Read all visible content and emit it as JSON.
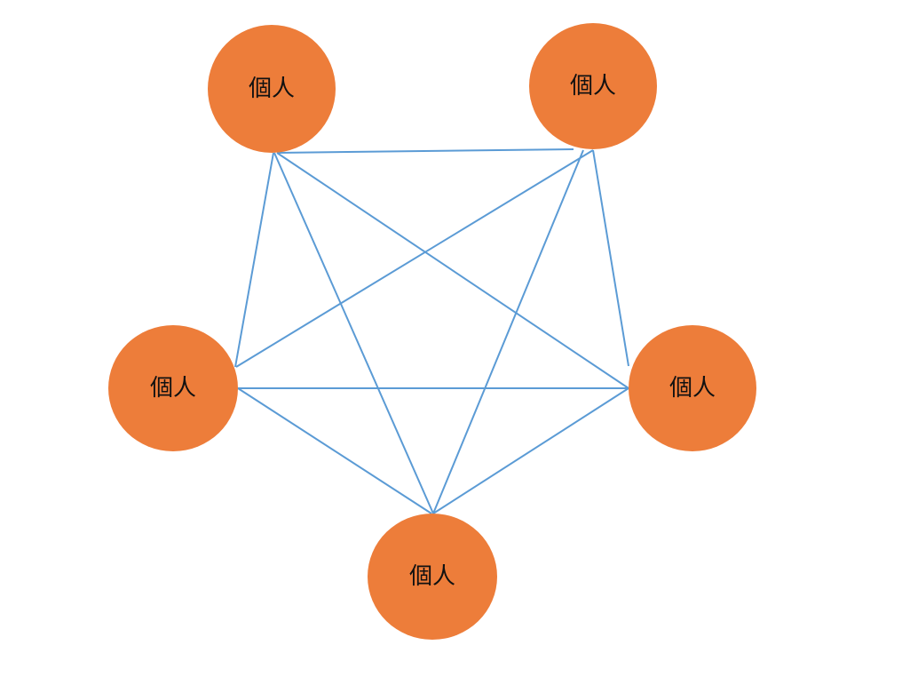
{
  "colors": {
    "node_fill": "#ED7D3A",
    "edge": "#5B9BD5",
    "text": "#111111"
  },
  "nodes": [
    {
      "id": "top-left",
      "label": "個人"
    },
    {
      "id": "top-right",
      "label": "個人"
    },
    {
      "id": "left",
      "label": "個人"
    },
    {
      "id": "right",
      "label": "個人"
    },
    {
      "id": "bottom",
      "label": "個人"
    }
  ],
  "edges": [
    [
      "top-left",
      "top-right"
    ],
    [
      "top-left",
      "left"
    ],
    [
      "top-left",
      "right"
    ],
    [
      "top-left",
      "bottom"
    ],
    [
      "top-right",
      "left"
    ],
    [
      "top-right",
      "right"
    ],
    [
      "top-right",
      "bottom"
    ],
    [
      "left",
      "right"
    ],
    [
      "left",
      "bottom"
    ],
    [
      "right",
      "bottom"
    ]
  ]
}
